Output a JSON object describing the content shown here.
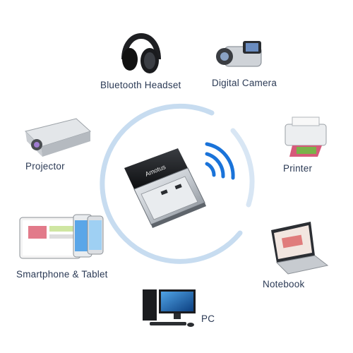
{
  "devices": {
    "headset": "Bluetooth Headset",
    "camera": "Digital Camera",
    "projector": "Projector",
    "printer": "Printer",
    "smartphone": "Smartphone & Tablet",
    "notebook": "Notebook",
    "pc": "PC"
  },
  "dongle": {
    "brand": "Amotus"
  },
  "colors": {
    "ring": "#c7dcf0",
    "wifi": "#1a73d9",
    "label": "#2b3a55"
  }
}
